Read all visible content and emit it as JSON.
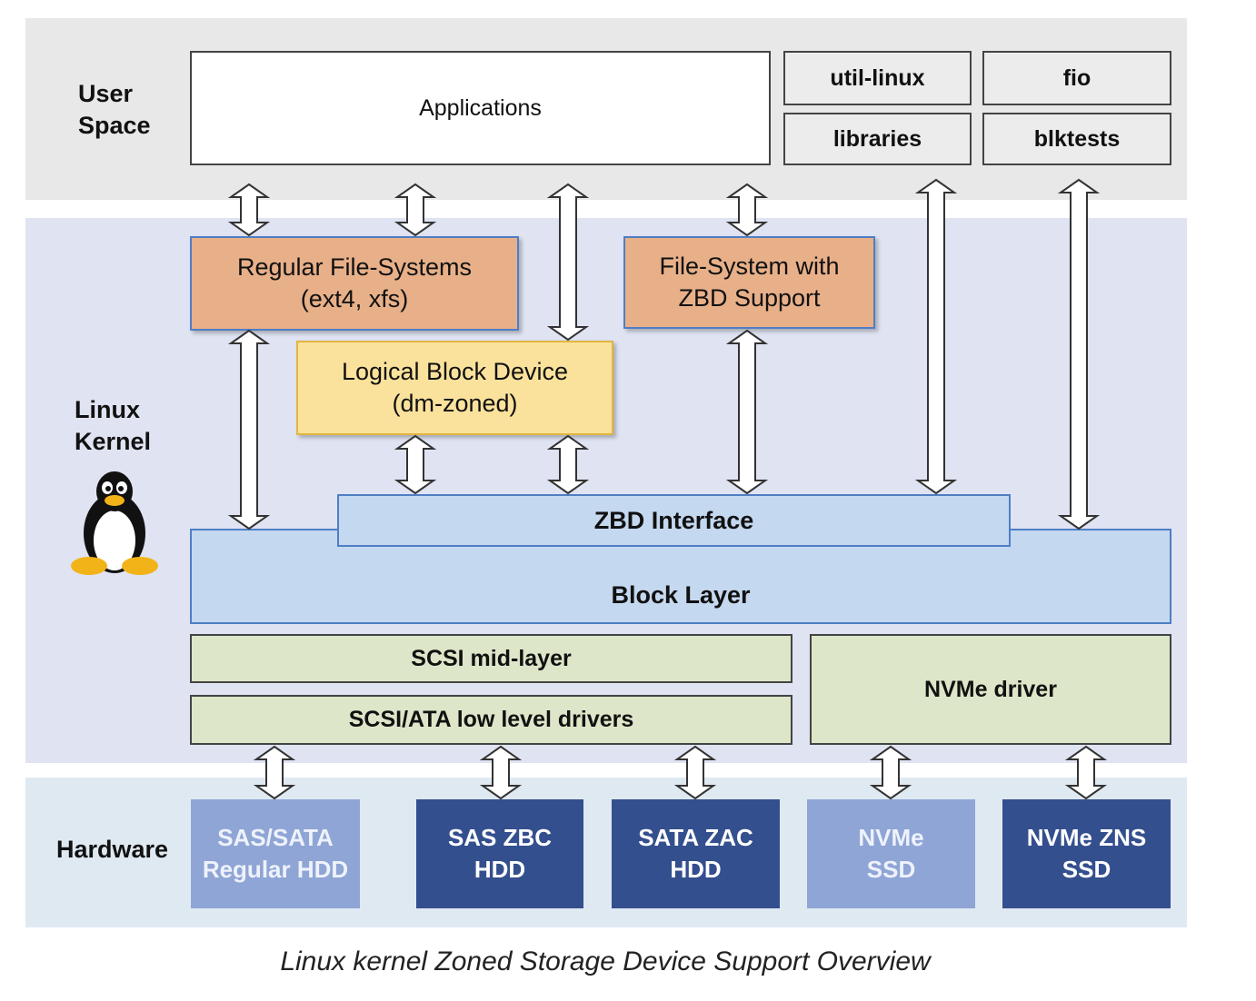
{
  "lanes": {
    "user_space": "User\nSpace",
    "linux_kernel": "Linux\nKernel",
    "hardware": "Hardware"
  },
  "user_space": {
    "applications": "Applications",
    "tools": [
      "util-linux",
      "fio",
      "libraries",
      "blktests"
    ]
  },
  "kernel": {
    "regular_fs": "Regular File-Systems\n(ext4, xfs)",
    "zbd_fs": "File-System with\nZBD Support",
    "logical_block_device": "Logical Block Device\n(dm-zoned)",
    "zbd_interface": "ZBD Interface",
    "block_layer": "Block Layer",
    "scsi_mid_layer": "SCSI mid-layer",
    "scsi_ata_drivers": "SCSI/ATA low level drivers",
    "nvme_driver": "NVMe driver"
  },
  "hardware": [
    {
      "label": "SAS/SATA\nRegular HDD",
      "style": "light"
    },
    {
      "label": "SAS ZBC\nHDD",
      "style": "dark"
    },
    {
      "label": "SATA ZAC\nHDD",
      "style": "dark"
    },
    {
      "label": "NVMe\nSSD",
      "style": "light"
    },
    {
      "label": "NVMe ZNS\nSSD",
      "style": "dark"
    }
  ],
  "caption": "Linux kernel Zoned Storage Device Support Overview",
  "colors": {
    "user_band": "#e8e8e8",
    "kernel_band": "#dfe3f2",
    "hardware_band": "#dfe9f2",
    "filesystem": "#e8b089",
    "logical_block_device": "#fbe29c",
    "block_layer": "#c4d8ef",
    "drivers": "#dde6c8",
    "hardware_light": "#8fa5d5",
    "hardware_dark": "#344f8e"
  },
  "icons": [
    "tux-penguin-icon",
    "double-arrow-icon"
  ]
}
